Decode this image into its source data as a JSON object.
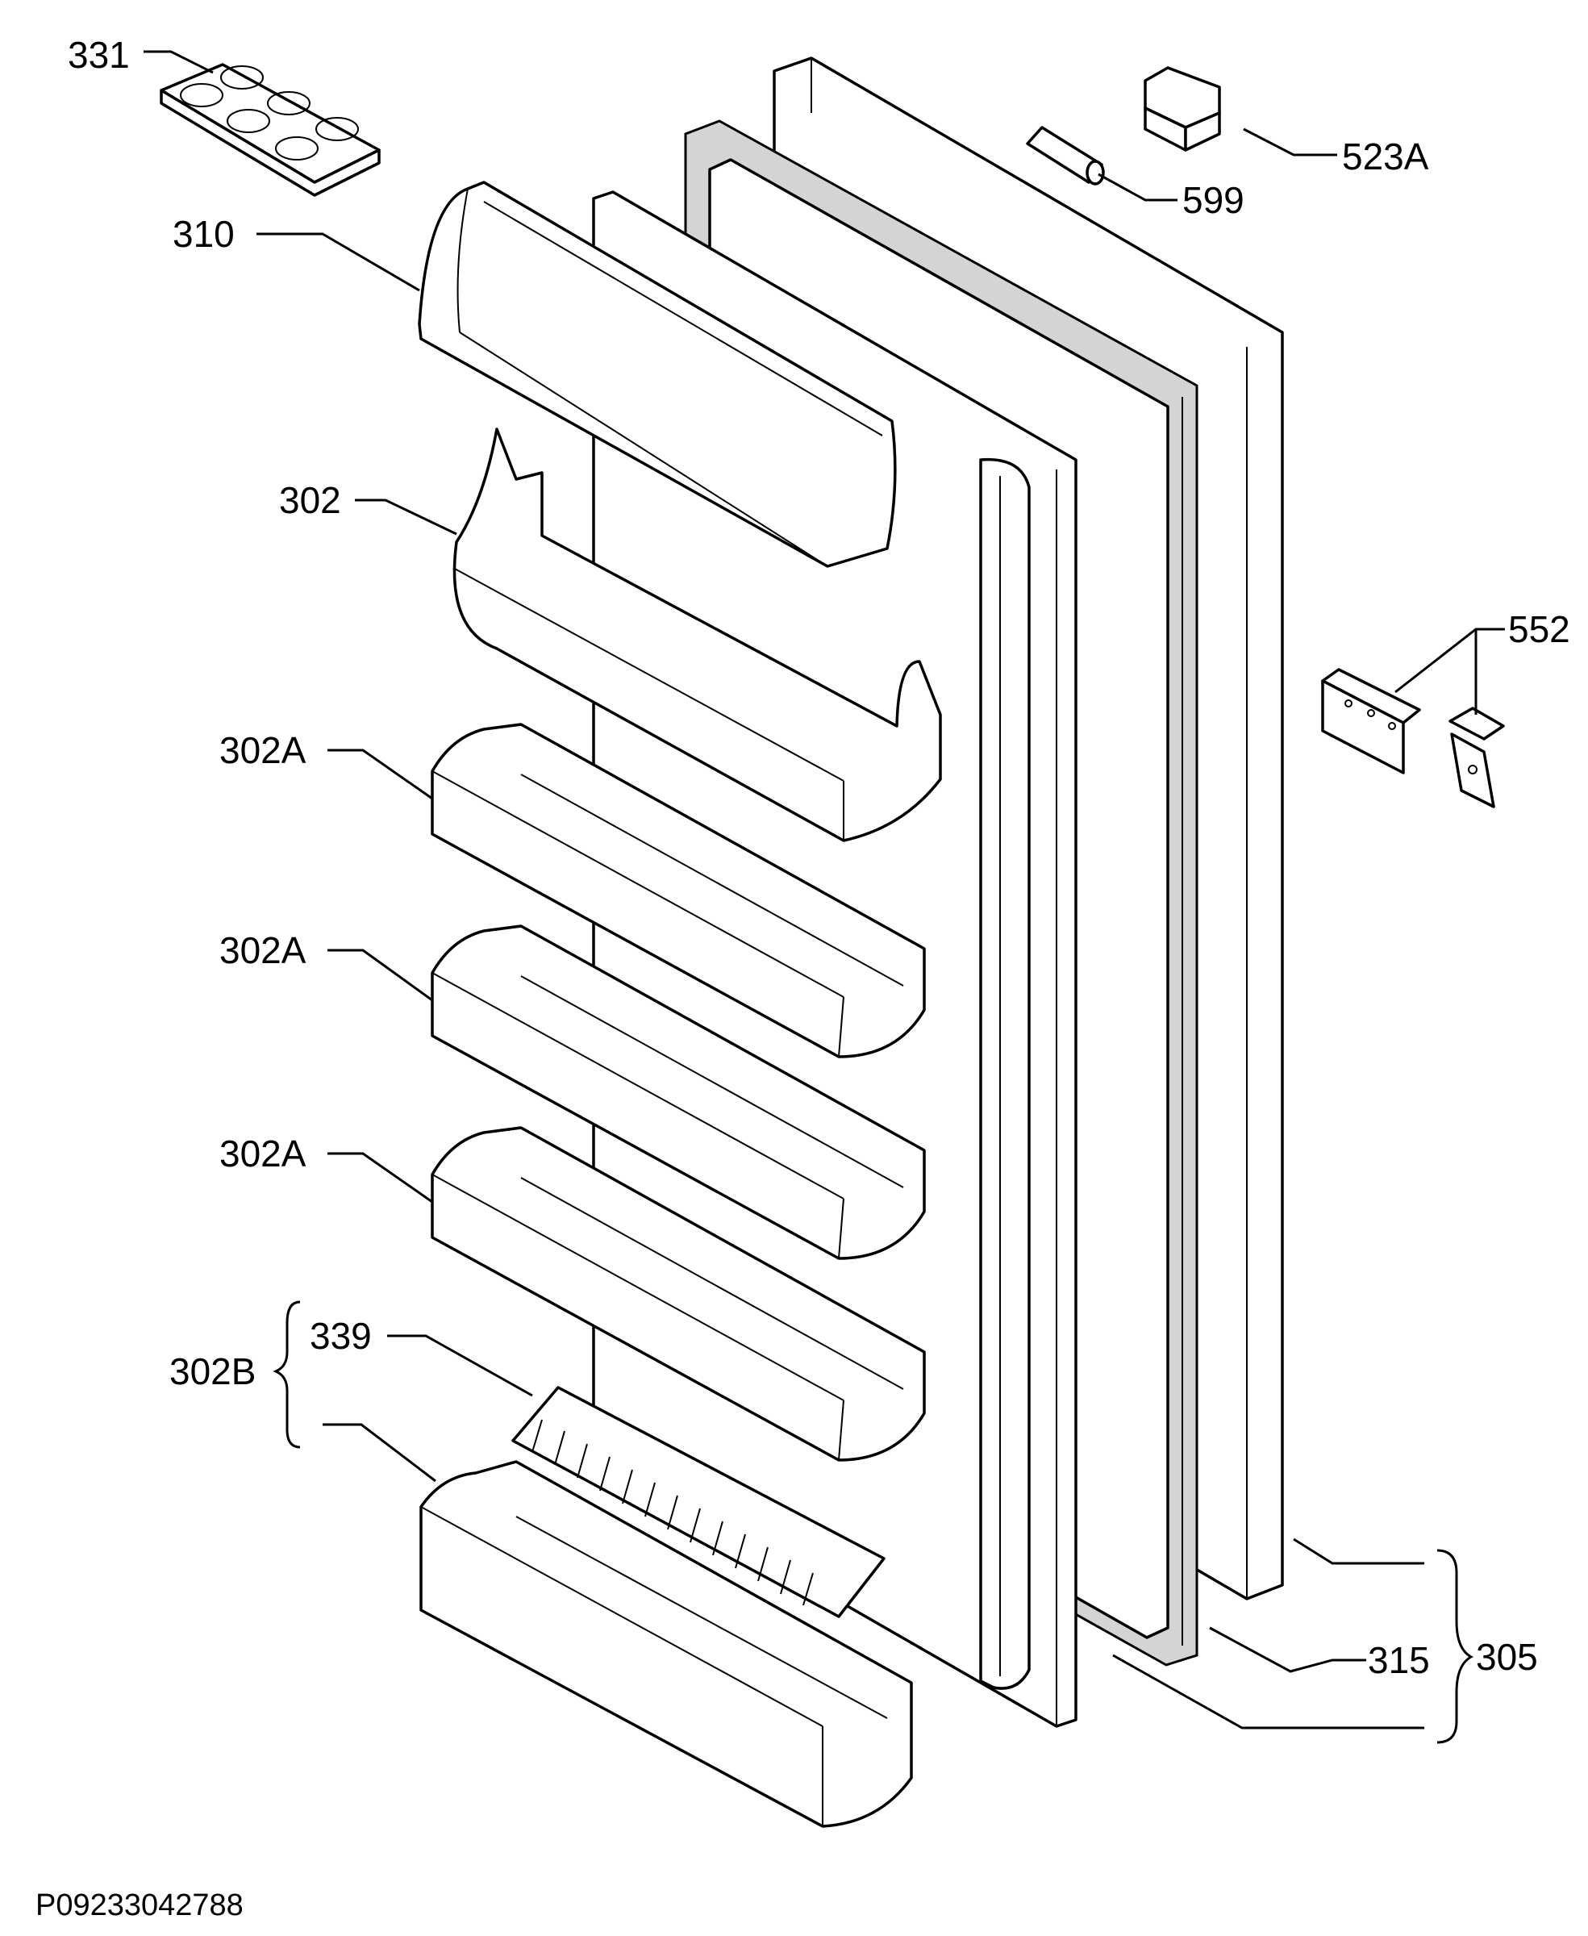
{
  "labels": {
    "egg_tray": "331",
    "dairy_cover": "310",
    "upper_shelf": "302",
    "shelf_1": "302A",
    "shelf_2": "302A",
    "shelf_3": "302A",
    "bottle_shelf_group": "302B",
    "bottle_retainer": "339",
    "hinge_cover": "523A",
    "hinge_pin": "599",
    "hinge_bracket": "552",
    "door_gasket": "315",
    "door_assembly": "305"
  },
  "drawing_code": "P09233042788"
}
